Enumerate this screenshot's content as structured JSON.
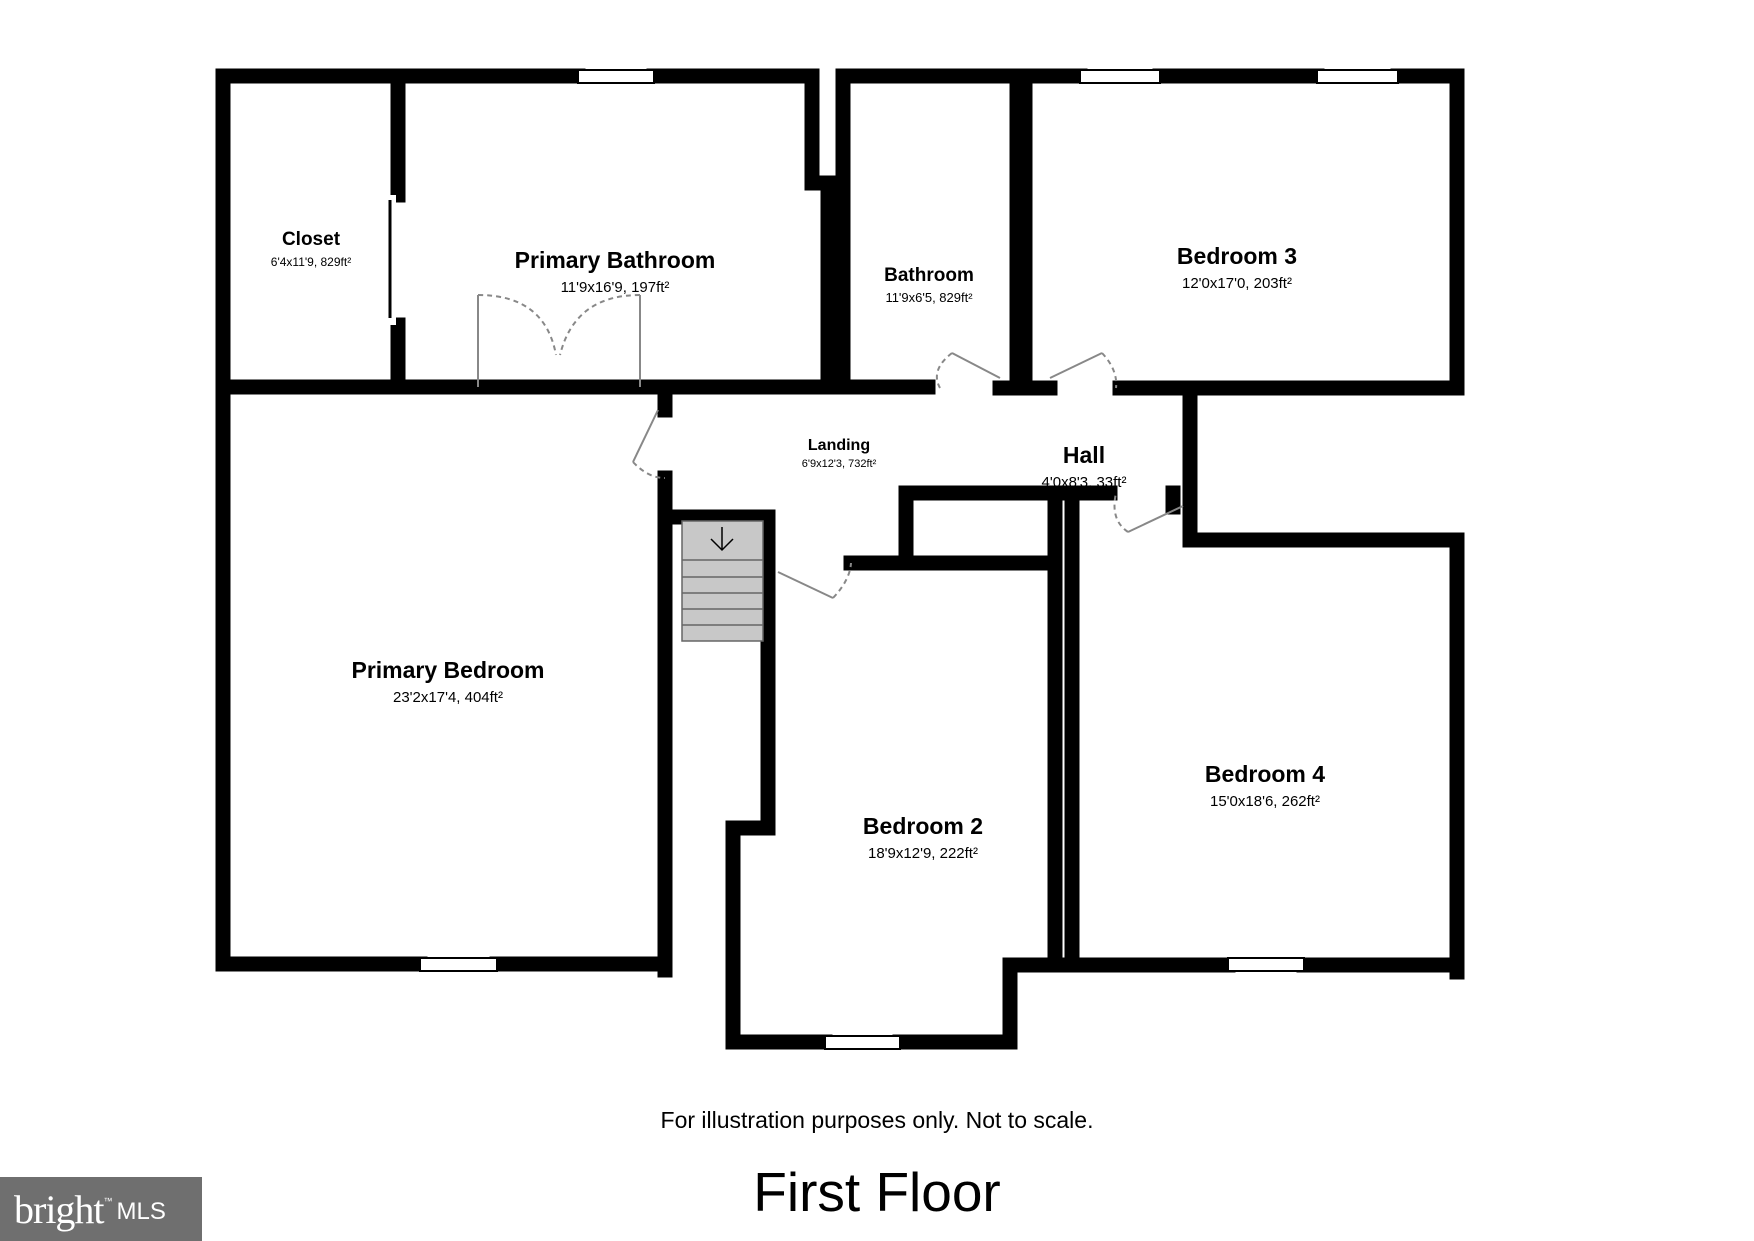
{
  "rooms": {
    "closet": {
      "name": "Closet",
      "dims": "6'4x11'9, 829ft²"
    },
    "primary_bathroom": {
      "name": "Primary Bathroom",
      "dims": "11'9x16'9, 197ft²"
    },
    "bathroom": {
      "name": "Bathroom",
      "dims": "11'9x6'5, 829ft²"
    },
    "bedroom3": {
      "name": "Bedroom 3",
      "dims": "12'0x17'0, 203ft²"
    },
    "landing": {
      "name": "Landing",
      "dims": "6'9x12'3, 732ft²"
    },
    "hall": {
      "name": "Hall",
      "dims": "4'0x8'3, 33ft²"
    },
    "primary_bedroom": {
      "name": "Primary Bedroom",
      "dims": "23'2x17'4, 404ft²"
    },
    "bedroom2": {
      "name": "Bedroom 2",
      "dims": "18'9x12'9, 222ft²"
    },
    "bedroom4": {
      "name": "Bedroom 4",
      "dims": "15'0x18'6, 262ft²"
    }
  },
  "footer": {
    "note": "For illustration purposes only. Not to scale.",
    "floor_title": "First Floor"
  },
  "logo": {
    "main": "bright",
    "tm": "™",
    "sub": "MLS"
  },
  "colors": {
    "wall": "#000000",
    "stair_fill": "#c8c8c8",
    "door_swing": "#888888",
    "logo_bg": "#6f6f6f"
  }
}
